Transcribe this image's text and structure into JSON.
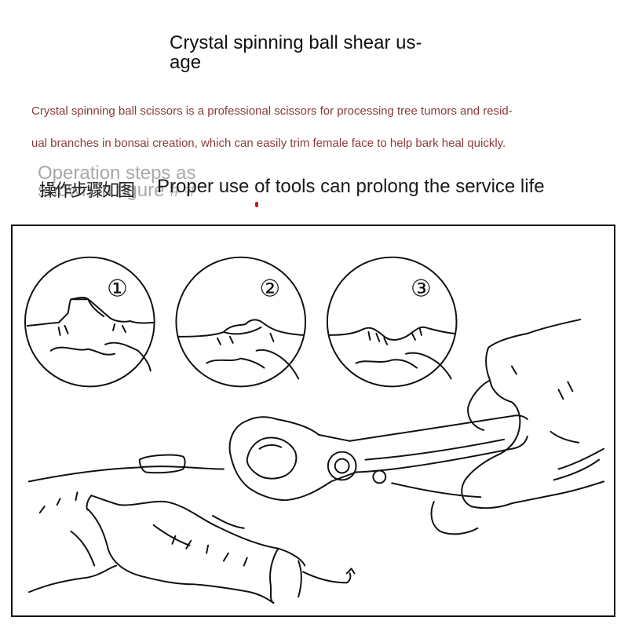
{
  "title": "Crystal spinning ball shear us-\nage",
  "description": {
    "line1": "Crystal spinning ball scissors is a professional scissors for processing tree tumors and resid-",
    "line2": "ual branches in bonsai creation, which can easily trim female face to help bark heal quickly."
  },
  "overlay": {
    "ghost_text": "Operation steps as shown in figure # #",
    "chinese_text": "操作步骤如图",
    "service_text": "Proper use of tools can prolong the service life"
  },
  "steps": [
    {
      "label": "①"
    },
    {
      "label": "②"
    },
    {
      "label": "③"
    }
  ],
  "colors": {
    "description": "#8a3a3e",
    "accent_dot": "#cc1b1b",
    "line_art": "#111111"
  }
}
